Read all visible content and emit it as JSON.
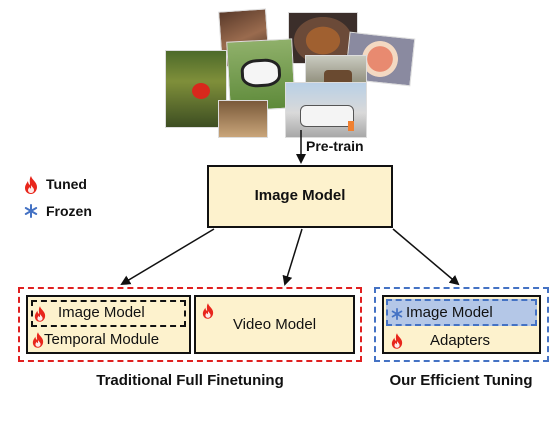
{
  "pretrain_label": "Pre-train",
  "legend": {
    "tuned": "Tuned",
    "frozen": "Frozen"
  },
  "top_model": "Image Model",
  "traditional": {
    "image_model": "Image Model",
    "temporal_module": "Temporal Module",
    "video_model": "Video Model",
    "caption": "Traditional Full Finetuning"
  },
  "efficient": {
    "image_model": "Image Model",
    "adapters": "Adapters",
    "caption": "Our Efficient Tuning"
  },
  "colors": {
    "box_fill": "#fdf2cd",
    "frozen_fill": "#b4c7e7",
    "traditional_border": "#e02020",
    "efficient_border": "#4472c4",
    "flame": "#e8261c",
    "snowflake": "#4472c4"
  },
  "icons": [
    "flame-icon",
    "snowflake-icon"
  ]
}
